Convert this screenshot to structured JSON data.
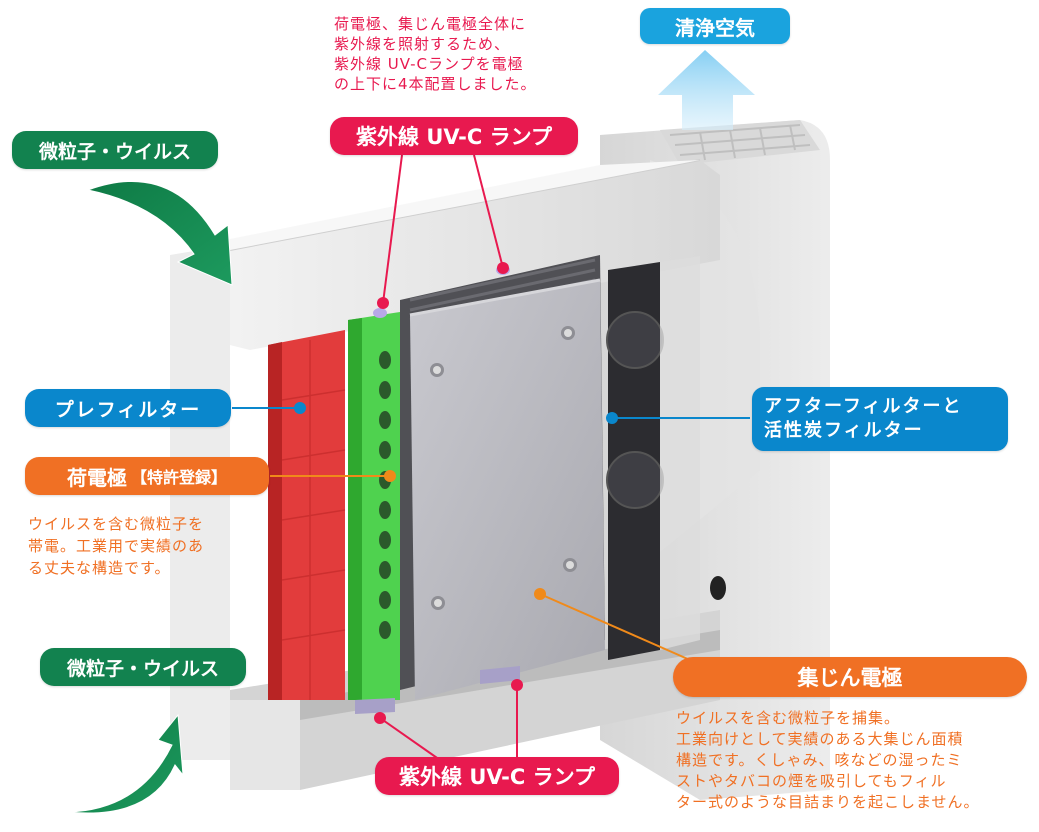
{
  "colors": {
    "uv_pink": "#e8194f",
    "green": "#12824f",
    "blue": "#0a87cc",
    "orange": "#f07024",
    "light_blue_arrow": "#8fd4f5",
    "sky_blue_badge": "#1aa3de"
  },
  "labels": {
    "clean_air": "清浄空気",
    "particles_top": "微粒子・ウイルス",
    "particles_bottom": "微粒子・ウイルス",
    "uv_lamp_top": "紫外線 UV-C ランプ",
    "uv_lamp_bottom": "紫外線 UV-C ランプ",
    "prefilter": "プレフィルター",
    "charging_electrode": "荷電極",
    "charging_electrode_patent": "【特許登録】",
    "after_filter_line1": "アフターフィルターと",
    "after_filter_line2": "活性炭フィルター",
    "collecting_electrode": "集じん電極"
  },
  "descriptions": {
    "uv_lamp": "荷電極、集じん電極全体に\n紫外線を照射するため、\n紫外線 UV-Cランプを電極\nの上下に4本配置しました。",
    "charging_electrode": "ウイルスを含む微粒子を\n帯電。工業用で実績のあ\nる丈夫な構造です。",
    "collecting_electrode": "ウイルスを含む微粒子を捕集。\n工業向けとして実績のある大集じん面積\n構造です。くしゃみ、咳などの湿ったミ\nストやタバコの煙を吸引してもフィル\nター式のような目詰まりを起こしません。"
  },
  "icons": {
    "inflow_arrow_top": "curved-arrow-down-right-icon",
    "inflow_arrow_bottom": "curved-arrow-up-right-icon",
    "outflow_arrow": "arrow-up-icon"
  }
}
